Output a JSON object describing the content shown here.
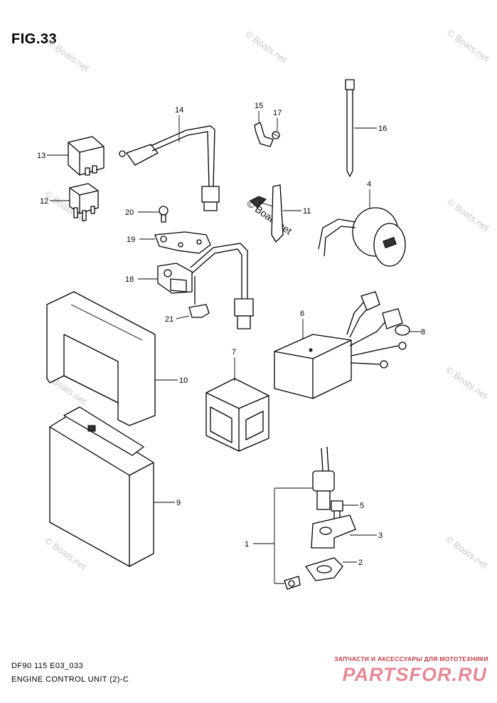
{
  "figure": {
    "title": "FIG.33"
  },
  "callouts": {
    "c1": "1",
    "c2": "2",
    "c3": "3",
    "c4": "4",
    "c5": "5",
    "c6": "6",
    "c7": "7",
    "c8": "8",
    "c9": "9",
    "c10": "10",
    "c11": "11",
    "c12": "12",
    "c13": "13",
    "c14": "14",
    "c15": "15",
    "c16": "16",
    "c17": "17",
    "c18": "18",
    "c19": "19",
    "c20": "20",
    "c21": "21"
  },
  "watermark": {
    "text": "© Boats.net"
  },
  "footer": {
    "code": "DF90 115 E03_033",
    "description": "ENGINE CONTROL UNIT (2)-C"
  },
  "branding": {
    "tagline": "ЗАПЧАСТИ И АКСЕССУАРЫ ДЛЯ МОТОТЕХНИКИ",
    "logo": "PARTSFOR.RU",
    "tagline_color": "#c23a44",
    "logo_color": "#e58a98"
  }
}
